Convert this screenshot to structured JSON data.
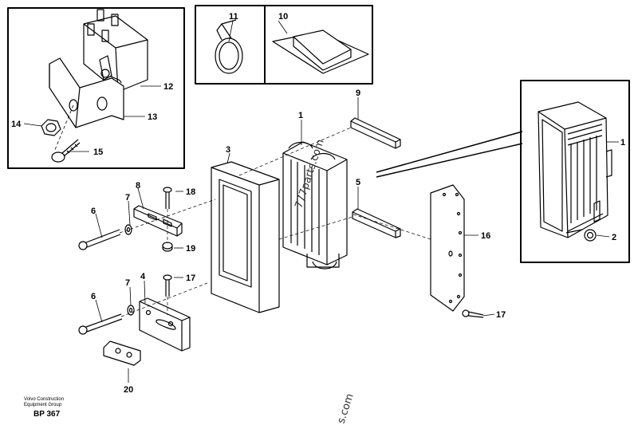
{
  "callouts": {
    "c1": "1",
    "c1b": "1",
    "c2": "2",
    "c3": "3",
    "c4": "4",
    "c5": "5",
    "c6a": "6",
    "c6b": "6",
    "c7a": "7",
    "c7b": "7",
    "c8": "8",
    "c9": "9",
    "c10": "10",
    "c11": "11",
    "c12": "12",
    "c13": "13",
    "c14": "14",
    "c15": "15",
    "c16": "16",
    "c17a": "17",
    "c17b": "17",
    "c18": "18",
    "c19": "19",
    "c20": "20"
  },
  "footer": {
    "company_line1": "Volvo Construction",
    "company_line2": "Equipment Group",
    "code": "BP 367"
  },
  "watermark": {
    "vertical": "777parts.com",
    "bottom": "s.com"
  }
}
